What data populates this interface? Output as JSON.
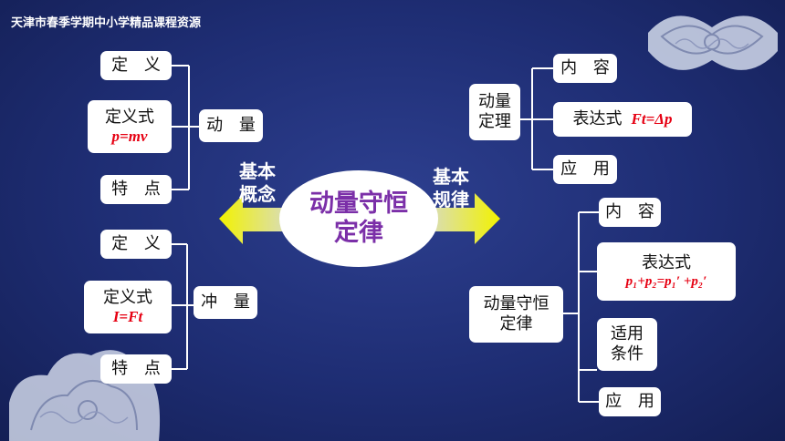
{
  "header": {
    "title": "天津市春季学期中小学精品课程资源"
  },
  "center": {
    "line1": "动量守恒",
    "line2": "定律"
  },
  "arrows": {
    "left": {
      "line1": "基本",
      "line2": "概念"
    },
    "right": {
      "line1": "基本",
      "line2": "规律"
    }
  },
  "left_top": {
    "main": "动 量",
    "items": [
      {
        "label": "定 义"
      },
      {
        "label": "定义式",
        "formula": "p=mv"
      },
      {
        "label": "特 点"
      }
    ]
  },
  "left_bottom": {
    "main": "冲 量",
    "items": [
      {
        "label": "定 义"
      },
      {
        "label": "定义式",
        "formula": "I=Ft"
      },
      {
        "label": "特 点"
      }
    ]
  },
  "right_top": {
    "main_line1": "动量",
    "main_line2": "定理",
    "items": [
      {
        "label": "内 容"
      },
      {
        "label": "表达式",
        "formula": "Ft=Δp"
      },
      {
        "label": "应 用"
      }
    ]
  },
  "right_bottom": {
    "main_line1": "动量守恒",
    "main_line2": "定律",
    "items": [
      {
        "label": "内 容"
      },
      {
        "label": "表达式",
        "formula": "p₁+p₂=p₁′ +p₂′"
      },
      {
        "label_line1": "适用",
        "label_line2": "条件"
      },
      {
        "label": "应 用"
      }
    ]
  },
  "colors": {
    "background": "#1e2d73",
    "formula": "#e60012",
    "center_text": "#7b2fa8",
    "arrow": "#e8e800"
  }
}
